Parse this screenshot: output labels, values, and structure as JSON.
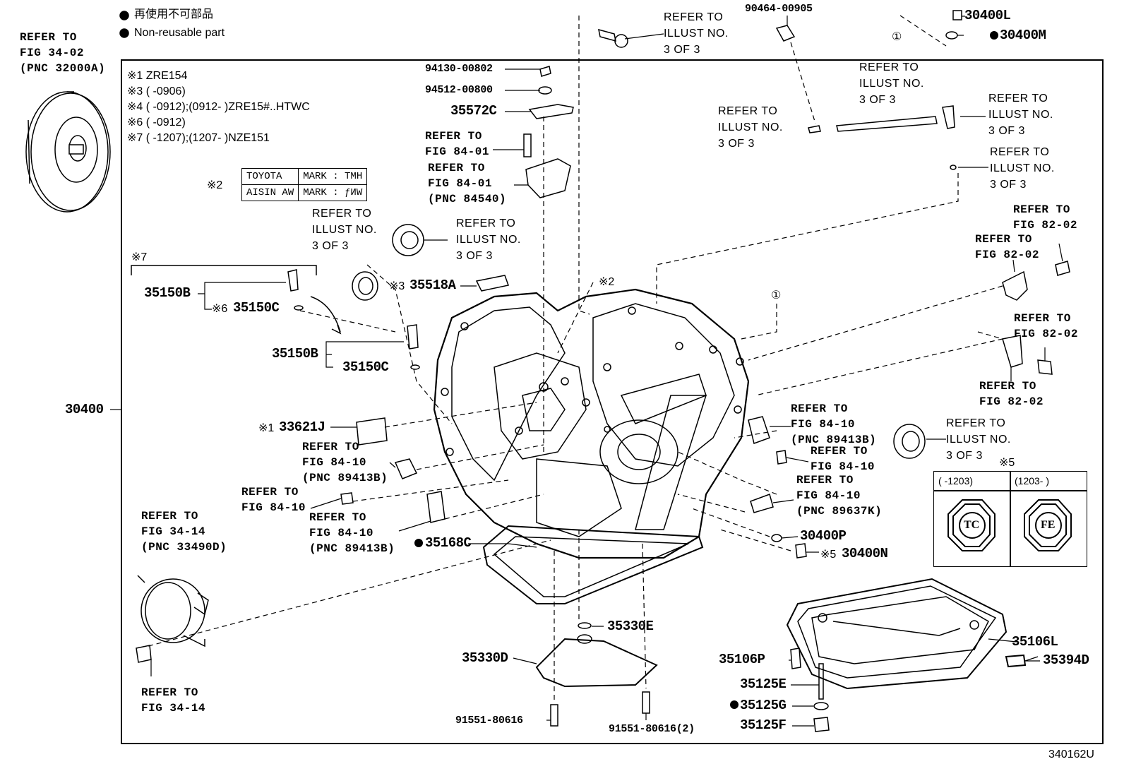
{
  "legend": {
    "jp": "再使用不可部品",
    "en": "Non-reusable part"
  },
  "notes": [
    "※1 ZRE154",
    "※3 (        -0906)",
    "※4 (        -0912);(0912-          )ZRE15#..HTWC",
    "※6 (        -0912)",
    "※7 (        -1207);(1207-          )NZE151"
  ],
  "mark_table": {
    "ref": "※2",
    "rows": [
      [
        "TOYOTA",
        "MARK : TMH"
      ],
      [
        "AISIN AW",
        "MARK : ƒИW"
      ]
    ]
  },
  "table5": {
    "ref": "※5",
    "col1": "(    -1203)",
    "col2": "(1203-    )",
    "mark1": "TC",
    "mark2": "FE"
  },
  "refs": {
    "fig3402": [
      "REFER TO",
      "FIG 34-02",
      "(PNC 32000A)"
    ],
    "illust_top": [
      "REFER TO",
      "ILLUST NO.",
      "3 OF 3"
    ],
    "illust_bearing_left": [
      "REFER TO",
      "ILLUST NO.",
      "3 OF 3"
    ],
    "illust_bearing_mid": [
      "REFER TO",
      "ILLUST NO.",
      "3 OF 3"
    ],
    "fig8401_bolt": [
      "REFER TO",
      "FIG 84-01"
    ],
    "fig8401_switch": [
      "REFER TO",
      "FIG 84-01",
      "(PNC 84540)"
    ],
    "illust_tube": [
      "REFER TO",
      "ILLUST NO.",
      "3 OF 3"
    ],
    "illust_fitting_left": [
      "REFER TO",
      "ILLUST NO.",
      "3 OF 3"
    ],
    "illust_fitting_right": [
      "REFER TO",
      "ILLUST NO.",
      "3 OF 3"
    ],
    "illust_oring": [
      "REFER TO",
      "ILLUST NO.",
      "3 OF 3"
    ],
    "fig8202_a": [
      "REFER TO",
      "FIG 82-02"
    ],
    "fig8202_b": [
      "REFER TO",
      "FIG 82-02"
    ],
    "fig8202_c": [
      "REFER TO",
      "FIG 82-02"
    ],
    "fig8202_d": [
      "REFER TO",
      "FIG 82-02"
    ],
    "fig8410_a": [
      "REFER TO",
      "FIG 84-10",
      "(PNC 89413B)"
    ],
    "fig8410_b": [
      "REFER TO",
      "FIG 84-10"
    ],
    "fig8410_c": [
      "REFER TO",
      "FIG 84-10",
      "(PNC 89637K)"
    ],
    "fig8410_d": [
      "REFER TO",
      "FIG 84-10",
      "(PNC 89413B)"
    ],
    "fig8410_e": [
      "REFER TO",
      "FIG 84-10"
    ],
    "fig8410_f": [
      "REFER TO",
      "FIG 84-10",
      "(PNC 89413B)"
    ],
    "illust_seal_right": [
      "REFER TO",
      "ILLUST NO.",
      "3 OF 3"
    ],
    "fig3414_a": [
      "REFER TO",
      "FIG 34-14",
      "(PNC 33490D)"
    ],
    "fig3414_b": [
      "REFER TO",
      "FIG 34-14"
    ]
  },
  "parts": {
    "p90464": "90464-00905",
    "p30400L": "30400L",
    "p30400M": "30400M",
    "p94130": "94130-00802",
    "p94512": "94512-00800",
    "p35572C": "35572C",
    "p35518A": "35518A",
    "p35518A_ref": "※3",
    "p35150B_1": "35150B",
    "p35150C_1": "35150C",
    "p35150C_1_ref": "※6",
    "p35150B_2": "35150B",
    "p35150C_2": "35150C",
    "p30400": "30400",
    "p33621J": "33621J",
    "p33621J_ref": "※1",
    "p35168C": "35168C",
    "p30400P": "30400P",
    "p30400N": "30400N",
    "p30400N_ref": "※5",
    "p35330E": "35330E",
    "p35330D": "35330D",
    "p35106L": "35106L",
    "p35394D": "35394D",
    "p35106P": "35106P",
    "p35125E": "35125E",
    "p35125G": "35125G",
    "p35125F": "35125F",
    "p91551_a": "91551-80616",
    "p91551_b": "91551-80616(2)",
    "ref_num7": "※7",
    "circle1": "①",
    "ref_num2": "※2"
  },
  "diagram_id": "340162U"
}
